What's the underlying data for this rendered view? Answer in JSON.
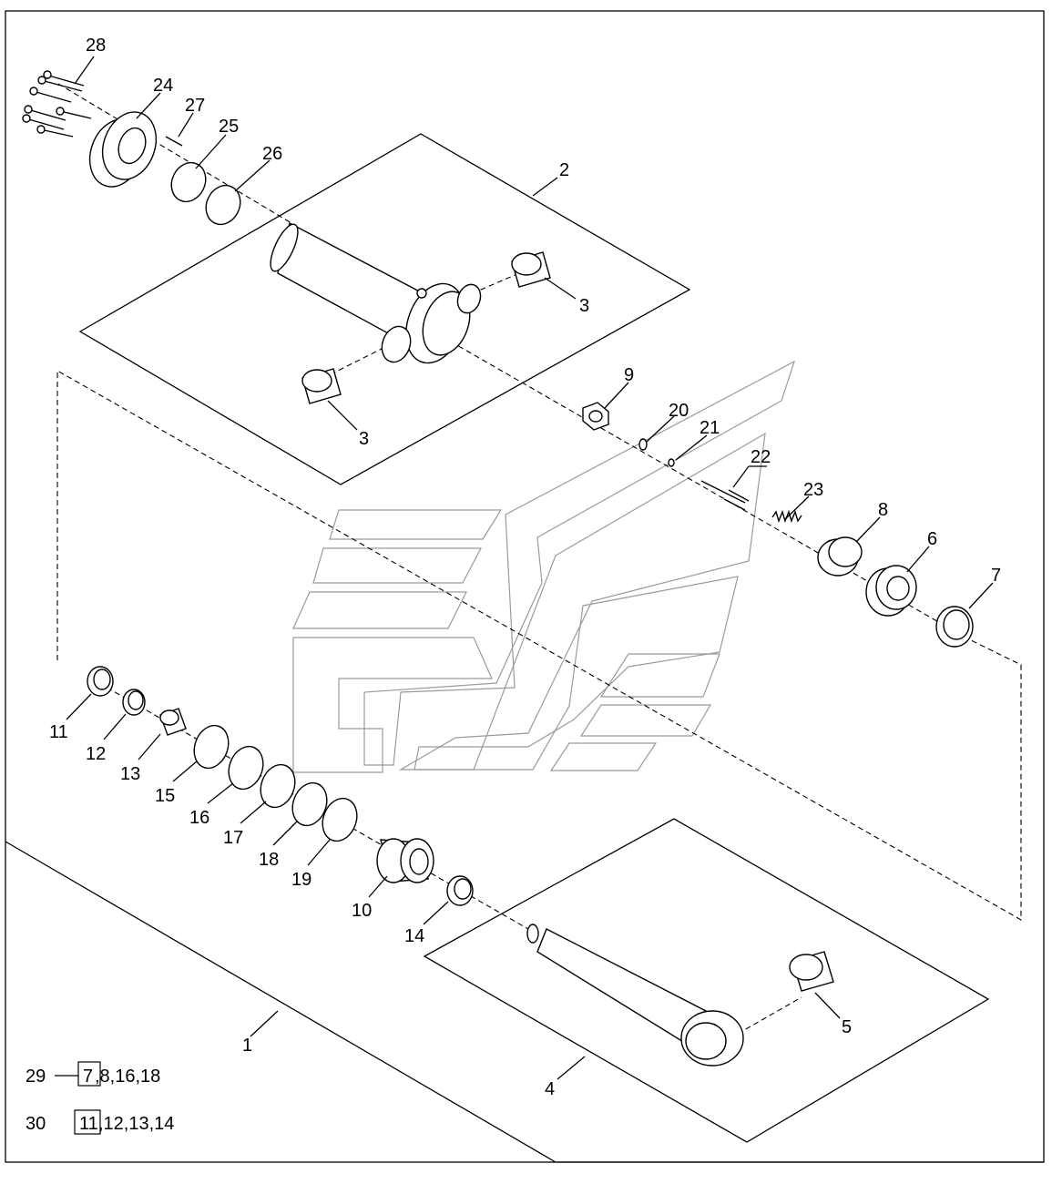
{
  "callouts": {
    "c1": "1",
    "c2": "2",
    "c3a": "3",
    "c3b": "3",
    "c4": "4",
    "c5": "5",
    "c6": "6",
    "c7": "7",
    "c8": "8",
    "c9": "9",
    "c10": "10",
    "c11": "11",
    "c12": "12",
    "c13": "13",
    "c14": "14",
    "c15": "15",
    "c16": "16",
    "c17": "17",
    "c18": "18",
    "c19": "19",
    "c20": "20",
    "c21": "21",
    "c22": "22",
    "c23": "23",
    "c24": "24",
    "c25": "25",
    "c26": "26",
    "c27": "27",
    "c28": "28"
  },
  "kits": {
    "kit29": {
      "number": "29",
      "boxed": "7",
      "rest": ",8,16,18"
    },
    "kit30": {
      "number": "30",
      "boxed": "11",
      "rest": ",12,13,14"
    }
  }
}
